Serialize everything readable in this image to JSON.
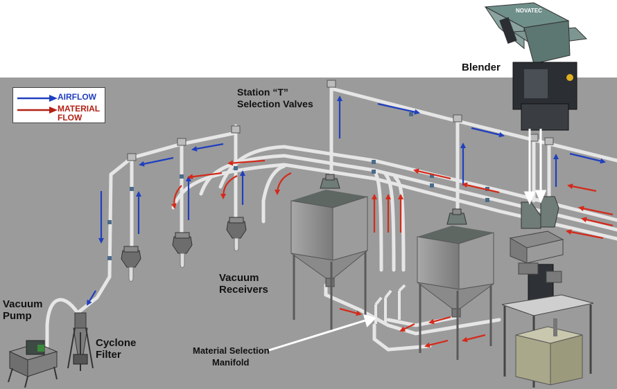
{
  "legend": {
    "airflow": "AIRFLOW",
    "material_flow_line1": "MATERIAL",
    "material_flow_line2": "FLOW"
  },
  "labels": {
    "blender": "Blender",
    "station_line1": "Station “T”",
    "station_line2": "Selection Valves",
    "vacuum_pump_line1": "Vacuum",
    "vacuum_pump_line2": "Pump",
    "cyclone_line1": "Cyclone",
    "cyclone_line2": "Filter",
    "receivers_line1": "Vacuum",
    "receivers_line2": "Receivers",
    "manifold_line1": "Material Selection",
    "manifold_line2": "Manifold"
  },
  "brand": "NOVATEC",
  "colors": {
    "floor": "#9b9b9b",
    "airflow": "#1f3fbf",
    "material": "#d42a1a",
    "pipe": "#e2e2e2",
    "bin": "#8f8f8f",
    "bin_top": "#5f6763",
    "hopper_teal": "#6f7c78",
    "blender_body": "#2b2f33"
  },
  "icons": [
    "arrow-right-icon"
  ]
}
